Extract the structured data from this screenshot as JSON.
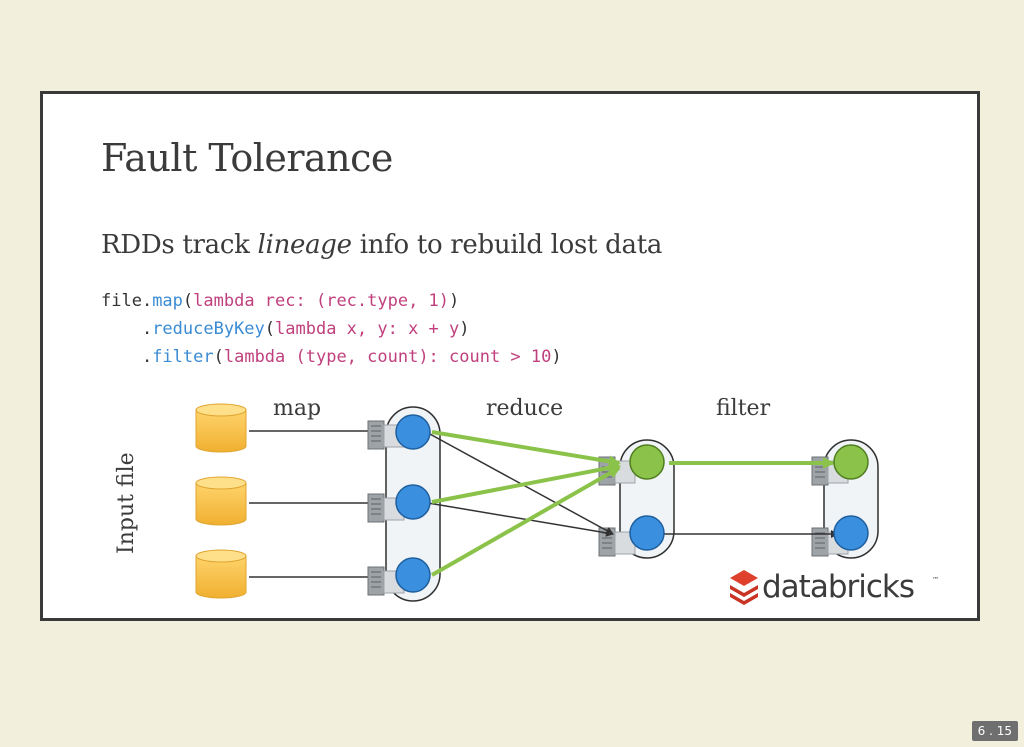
{
  "slide": {
    "title": "Fault Tolerance",
    "subtitle": {
      "before": "RDDs track ",
      "emph": "lineage",
      "after": " info to rebuild lost data"
    },
    "code": {
      "line1": {
        "a": "file.",
        "b": "map",
        "c": "(",
        "d": "lambda rec: (rec.type, 1)",
        "e": ")"
      },
      "line2": {
        "a": "    .",
        "b": "reduceByKey",
        "c": "(",
        "d": "lambda x, y: x + y",
        "e": ")"
      },
      "line3": {
        "a": "    .",
        "b": "filter",
        "c": "(",
        "d": "lambda (type, count): count > 10",
        "e": ")"
      }
    },
    "diagram": {
      "input_label": "Input file",
      "stage_labels": {
        "map": "map",
        "reduce": "reduce",
        "filter": "filter"
      }
    },
    "logo_text": "databricks",
    "logo_tm": "™"
  },
  "page_number": "6 . 15",
  "colors": {
    "background": "#f3efdd",
    "blue_node": "#3a8fde",
    "green_node": "#8bc34a",
    "green_edge": "#8bc34a",
    "cylinder": "#f5c042",
    "logo_red": "#e0412c",
    "code_method": "#3a8bd4",
    "code_string": "#c0407d"
  }
}
